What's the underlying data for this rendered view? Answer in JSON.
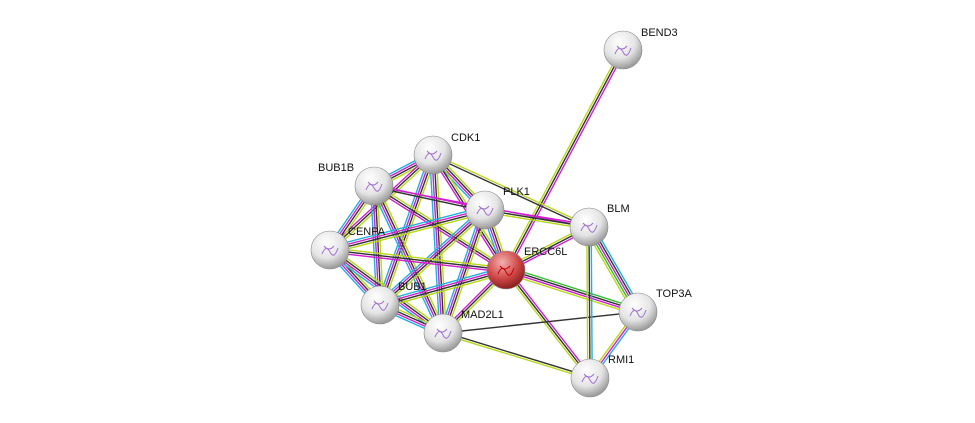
{
  "colors": {
    "k": "#333333",
    "m": "#d020d0",
    "c": "#20b0e0",
    "y": "#b8d818",
    "g": "#30c030",
    "query_node": "#d04848",
    "node": "#eeeeee"
  },
  "nodes": [
    {
      "id": "BEND3",
      "label": "BEND3",
      "query": false
    },
    {
      "id": "CDK1",
      "label": "CDK1",
      "query": false
    },
    {
      "id": "BUB1B",
      "label": "BUB1B",
      "query": false
    },
    {
      "id": "PLK1",
      "label": "PLK1",
      "query": false
    },
    {
      "id": "BLM",
      "label": "BLM",
      "query": false
    },
    {
      "id": "CENPA",
      "label": "CENPA",
      "query": false
    },
    {
      "id": "ERCC6L",
      "label": "ERCC6L",
      "query": true
    },
    {
      "id": "BUB1",
      "label": "BUB1",
      "query": false
    },
    {
      "id": "MAD2L1",
      "label": "MAD2L1",
      "query": false
    },
    {
      "id": "TOP3A",
      "label": "TOP3A",
      "query": false
    },
    {
      "id": "RMI1",
      "label": "RMI1",
      "query": false
    }
  ],
  "edges": [
    [
      "BEND3",
      "ERCC6L",
      "mky"
    ],
    [
      "CDK1",
      "BUB1B",
      "ykmc"
    ],
    [
      "CDK1",
      "PLK1",
      "ykmc"
    ],
    [
      "CDK1",
      "CENPA",
      "ykm"
    ],
    [
      "CDK1",
      "ERCC6L",
      "ykm"
    ],
    [
      "CDK1",
      "BUB1",
      "ykmc"
    ],
    [
      "CDK1",
      "MAD2L1",
      "ykmc"
    ],
    [
      "CDK1",
      "BLM",
      "yk"
    ],
    [
      "BUB1B",
      "PLK1",
      "mk"
    ],
    [
      "BUB1B",
      "CENPA",
      "ykmc"
    ],
    [
      "BUB1B",
      "ERCC6L",
      "ykm"
    ],
    [
      "BUB1B",
      "BUB1",
      "ykmc"
    ],
    [
      "BUB1B",
      "MAD2L1",
      "ykmc"
    ],
    [
      "BUB1B",
      "BLM",
      "m"
    ],
    [
      "PLK1",
      "CENPA",
      "ykmc"
    ],
    [
      "PLK1",
      "ERCC6L",
      "ykmc"
    ],
    [
      "PLK1",
      "BUB1",
      "ykmc"
    ],
    [
      "PLK1",
      "MAD2L1",
      "ykmc"
    ],
    [
      "PLK1",
      "BLM",
      "mky"
    ],
    [
      "CENPA",
      "ERCC6L",
      "ykm"
    ],
    [
      "CENPA",
      "BUB1",
      "ykmc"
    ],
    [
      "CENPA",
      "MAD2L1",
      "ykmc"
    ],
    [
      "ERCC6L",
      "BUB1",
      "ykmc"
    ],
    [
      "ERCC6L",
      "MAD2L1",
      "ykm"
    ],
    [
      "ERCC6L",
      "BLM",
      "ykm"
    ],
    [
      "ERCC6L",
      "TOP3A",
      "gkmy"
    ],
    [
      "ERCC6L",
      "RMI1",
      "mky"
    ],
    [
      "BUB1",
      "MAD2L1",
      "ykmc"
    ],
    [
      "MAD2L1",
      "TOP3A",
      "k"
    ],
    [
      "MAD2L1",
      "RMI1",
      "ky"
    ],
    [
      "BLM",
      "TOP3A",
      "ckmgy"
    ],
    [
      "BLM",
      "RMI1",
      "cky"
    ],
    [
      "TOP3A",
      "RMI1",
      "cmy"
    ]
  ]
}
